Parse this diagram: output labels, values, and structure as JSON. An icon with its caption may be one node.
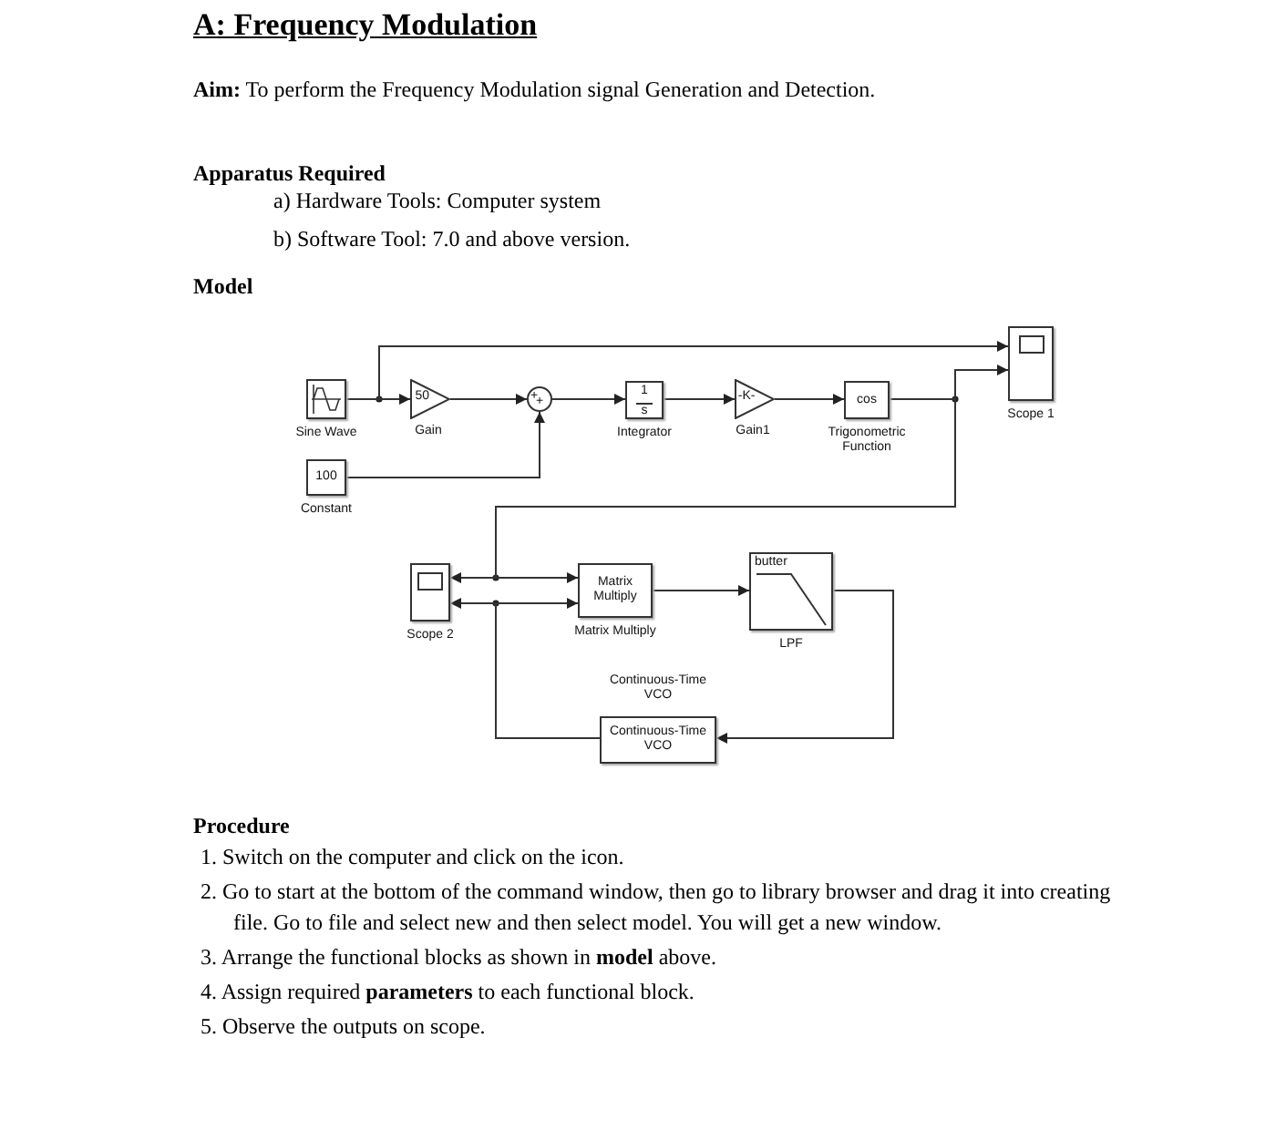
{
  "diagram": {
    "title": "A: Frequency Modulation",
    "nodes": [
      {
        "text": [
          "Sine Wave"
        ]
      },
      {
        "text": [
          "50",
          "Gain"
        ]
      },
      {
        "text": [
          "+",
          "+"
        ]
      },
      {
        "text": [
          "1",
          "s",
          "Integrator"
        ]
      },
      {
        "text": [
          "-K-",
          "Gain1"
        ]
      },
      {
        "text": [
          "cos",
          "Trigonometric Function"
        ]
      },
      {
        "text": [
          "Scope 1"
        ]
      },
      {
        "text": [
          "100",
          "Constant"
        ]
      },
      {
        "text": [
          "Scope 2"
        ]
      },
      {
        "text": [
          "Matrix Multiply",
          "Matrix Multiply"
        ]
      },
      {
        "text": [
          "butter",
          "LPF"
        ]
      },
      {
        "text": [
          "Continuous-Time VCO",
          "Continuous-Time VCO"
        ]
      }
    ],
    "edges": [
      {
        "from": 0,
        "to": 1,
        "arrow": "to"
      },
      {
        "from": 0,
        "to": 6,
        "arrow": "to"
      },
      {
        "from": 1,
        "to": 2,
        "arrow": "to"
      },
      {
        "from": 7,
        "to": 2,
        "arrow": "to"
      },
      {
        "from": 2,
        "to": 3,
        "arrow": "to"
      },
      {
        "from": 3,
        "to": 4,
        "arrow": "to"
      },
      {
        "from": 4,
        "to": 5,
        "arrow": "to"
      },
      {
        "from": 5,
        "to": 6,
        "arrow": "to"
      },
      {
        "from": 5,
        "to": 8,
        "arrow": "to"
      },
      {
        "from": 5,
        "to": 9,
        "arrow": "to"
      },
      {
        "from": 11,
        "to": 8,
        "arrow": "to"
      },
      {
        "from": 11,
        "to": 9,
        "arrow": "to"
      },
      {
        "from": 9,
        "to": 10,
        "arrow": "to"
      },
      {
        "from": 10,
        "to": 11,
        "arrow": "to"
      }
    ],
    "labels": [
      "**Aim:** To perform the Frequency Modulation signal Generation and Detection.",
      "Apparatus Required",
      "a) Hardware Tools: Computer system",
      "b) Software Tool: 7.0 and above version.",
      "Model",
      "Procedure",
      "1. Switch on the computer and click on the icon.",
      "2. Go to start at the bottom of the command window, then go to library browser and drag it into creating file. Go to file and select new and then select model. You will get a new window.",
      "3. Arrange the functional blocks as shown in **model** above.",
      "4. Assign required **parameters** to each functional block.",
      "5. Observe the outputs on scope."
    ]
  }
}
